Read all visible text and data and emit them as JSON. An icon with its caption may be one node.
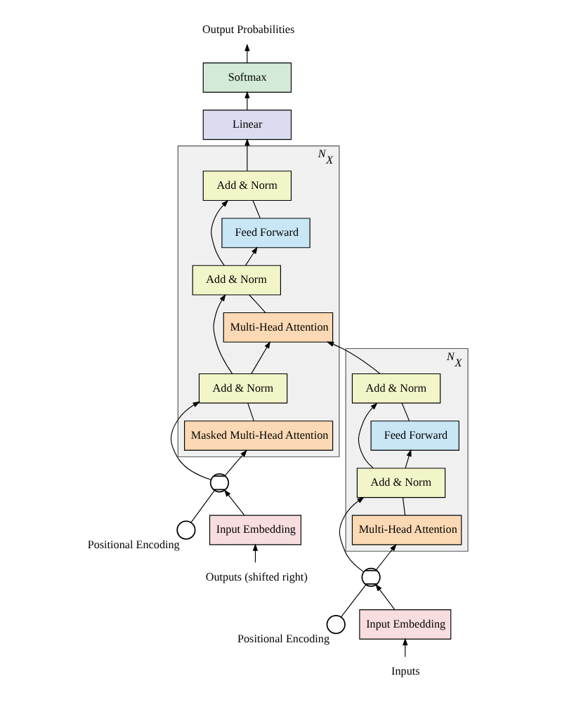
{
  "diagram": {
    "nodes": [
      {
        "text": [
          "Output Probabilities"
        ]
      },
      {
        "text": [
          "Softmax"
        ]
      },
      {
        "text": [
          "Linear"
        ]
      },
      {
        "text": [],
        "shape": "box",
        "beside": [
          "N$_{X}$"
        ]
      },
      {
        "text": [
          "Add & Norm"
        ],
        "in": 3
      },
      {
        "text": [
          "Feed Forward"
        ],
        "in": 3
      },
      {
        "text": [
          "Add & Norm"
        ],
        "in": 3
      },
      {
        "text": [
          "Multi-Head Attention"
        ],
        "in": 3
      },
      {
        "text": [
          "Add & Norm"
        ],
        "in": 3
      },
      {
        "text": [
          "Masked Multi-Head Attention"
        ],
        "in": 3
      },
      {
        "text": [],
        "shape": "box",
        "beside": [
          "N$_{X}$"
        ]
      },
      {
        "text": [
          "Add & Norm"
        ],
        "in": 10
      },
      {
        "text": [
          "Feed Forward"
        ],
        "in": 10
      },
      {
        "text": [
          "Add & Norm"
        ],
        "in": 10
      },
      {
        "text": [
          "Multi-Head Attention"
        ],
        "in": 10
      },
      {
        "text": [],
        "shape": "circle",
        "beside": [
          "Positional Encoding"
        ]
      },
      {
        "text": [],
        "shape": "circle"
      },
      {
        "text": [
          "Input Embedding"
        ]
      },
      {
        "text": [
          "Inputs"
        ]
      },
      {
        "text": [],
        "shape": "circle"
      },
      {
        "text": [],
        "shape": "circle",
        "beside": [
          "Positional Encoding"
        ]
      },
      {
        "text": [
          "Input Embedding"
        ]
      },
      {
        "text": [
          "Outputs (shifted right)"
        ]
      }
    ],
    "edges": [
      {
        "from": 1,
        "to": 0,
        "arrow": "to"
      },
      {
        "from": 2,
        "to": 1,
        "arrow": "to"
      },
      {
        "from": 4,
        "to": 2,
        "arrow": "to"
      },
      {
        "from": 5,
        "to": 4,
        "arrow": "none"
      },
      {
        "from": 6,
        "to": 5,
        "arrow": "to"
      },
      {
        "from": 6,
        "to": 4,
        "arrow": "to"
      },
      {
        "from": 7,
        "to": 6,
        "arrow": "none"
      },
      {
        "from": 8,
        "to": 7,
        "arrow": "to"
      },
      {
        "from": 8,
        "to": 6,
        "arrow": "to"
      },
      {
        "from": 9,
        "to": 8,
        "arrow": "none"
      },
      {
        "from": 11,
        "to": 7,
        "arrow": "to"
      },
      {
        "from": 12,
        "to": 11,
        "arrow": "none"
      },
      {
        "from": 13,
        "to": 12,
        "arrow": "to"
      },
      {
        "from": 13,
        "to": 11,
        "arrow": "to"
      },
      {
        "from": 14,
        "to": 13,
        "arrow": "none"
      },
      {
        "from": 16,
        "to": 14,
        "arrow": "to"
      },
      {
        "from": 16,
        "to": 13,
        "arrow": "to"
      },
      {
        "from": 15,
        "to": 16,
        "arrow": "none"
      },
      {
        "from": 17,
        "to": 16,
        "arrow": "to"
      },
      {
        "from": 18,
        "to": 17,
        "arrow": "to"
      },
      {
        "from": 19,
        "to": 9,
        "arrow": "to"
      },
      {
        "from": 19,
        "to": 8,
        "arrow": "to"
      },
      {
        "from": 20,
        "to": 19,
        "arrow": "none"
      },
      {
        "from": 21,
        "to": 19,
        "arrow": "to"
      },
      {
        "from": 22,
        "to": 21,
        "arrow": "to"
      }
    ]
  }
}
